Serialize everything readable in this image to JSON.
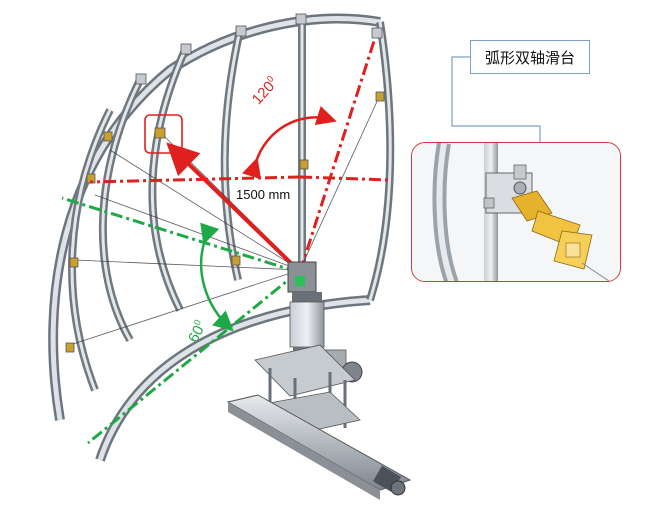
{
  "callout": {
    "label": "弧形双轴滑台"
  },
  "annotations": {
    "distance": "1500 mm",
    "angle_upper": "120",
    "angle_lower": "60",
    "degree_mark": "0"
  },
  "colors": {
    "red_axis": "#e0201e",
    "green_axis": "#1fa847",
    "frame_steel": "#9aa3ad",
    "callout_border": "#7f9fc7",
    "inset_border": "#d9343a",
    "probe_gold": "#e6b22c"
  }
}
